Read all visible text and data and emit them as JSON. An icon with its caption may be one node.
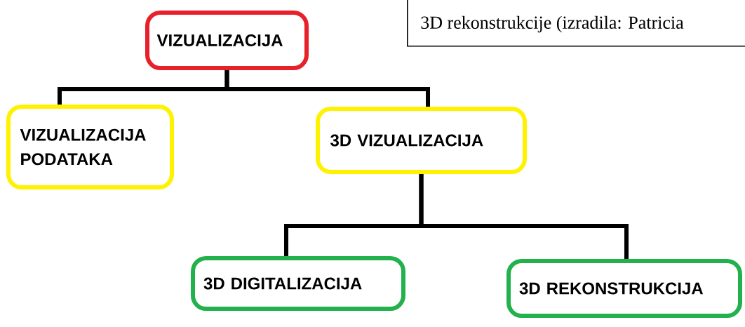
{
  "diagram": {
    "nodes": [
      {
        "text": [
          "VIZUALIZACIJA"
        ]
      },
      {
        "text": [
          "VIZUALIZACIJA PODATAKA"
        ]
      },
      {
        "text": [
          "3D VIZUALIZACIJA"
        ]
      },
      {
        "text": [
          "3D DIGITALIZACIJA"
        ]
      },
      {
        "text": [
          "3D REKONSTRUKCIJA"
        ]
      },
      {
        "text": [
          "3D rekonstrukcije (izradila: Patricia"
        ]
      }
    ],
    "edges": [
      {
        "from": 0,
        "to": 1,
        "arrow": "none"
      },
      {
        "from": 0,
        "to": 2,
        "arrow": "none"
      },
      {
        "from": 2,
        "to": 3,
        "arrow": "none"
      },
      {
        "from": 2,
        "to": 4,
        "arrow": "none"
      }
    ]
  }
}
